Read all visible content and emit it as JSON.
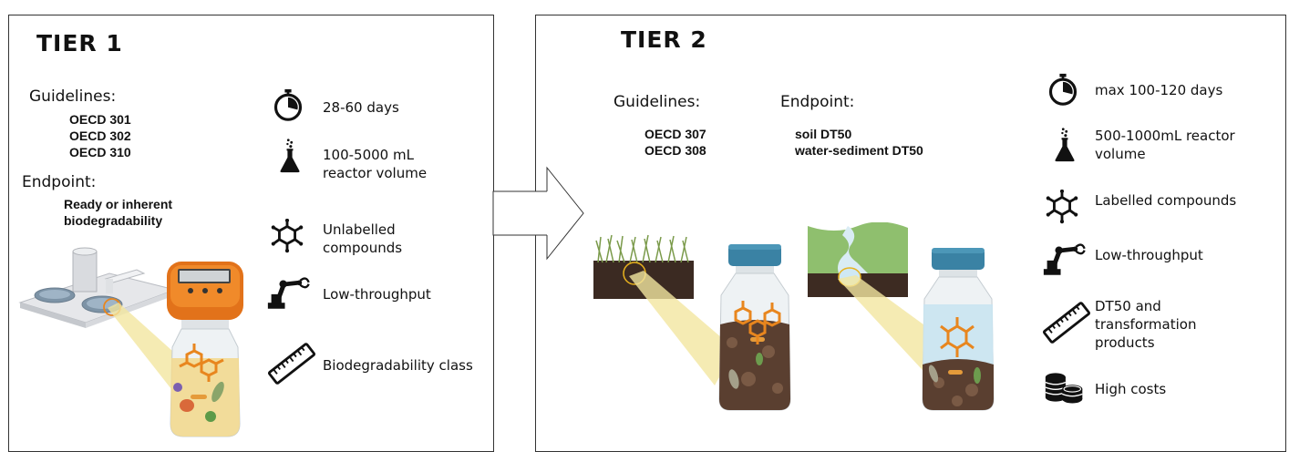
{
  "tier1": {
    "title": "TIER 1",
    "guidelines_label": "Guidelines:",
    "guidelines": [
      "OECD 301",
      "OECD 302",
      "OECD 310"
    ],
    "endpoint_label": "Endpoint:",
    "endpoint_lines": [
      "Ready or inherent",
      "biodegradability"
    ],
    "features": [
      {
        "icon": "stopwatch-icon",
        "lines": [
          "28-60 days"
        ]
      },
      {
        "icon": "flask-icon",
        "lines": [
          "100-5000 mL",
          "reactor volume"
        ]
      },
      {
        "icon": "molecule-icon",
        "lines": [
          "Unlabelled",
          "compounds"
        ]
      },
      {
        "icon": "robot-arm-icon",
        "lines": [
          "Low-throughput"
        ]
      },
      {
        "icon": "ruler-icon",
        "lines": [
          "Biodegradability class"
        ]
      }
    ]
  },
  "tier2": {
    "title": "TIER 2",
    "guidelines_label": "Guidelines:",
    "guidelines": [
      "OECD 307",
      "OECD 308"
    ],
    "endpoint_label": "Endpoint:",
    "endpoints": [
      "soil DT50",
      "water-sediment DT50"
    ],
    "features": [
      {
        "icon": "stopwatch-icon",
        "lines": [
          "max 100-120 days"
        ]
      },
      {
        "icon": "flask-icon",
        "lines": [
          "500-1000mL reactor",
          "volume"
        ]
      },
      {
        "icon": "molecule-icon",
        "lines": [
          "Labelled compounds"
        ]
      },
      {
        "icon": "robot-arm-icon",
        "lines": [
          "Low-throughput"
        ]
      },
      {
        "icon": "ruler-icon",
        "lines": [
          "DT50 and",
          "transformation",
          "products"
        ]
      },
      {
        "icon": "coins-icon",
        "lines": [
          "High costs"
        ]
      }
    ]
  },
  "colors": {
    "accent_orange": "#e8861e",
    "bottle_cap": "#3a82a4",
    "light_beam": "#f3e6a0",
    "soil": "#4a3428"
  }
}
